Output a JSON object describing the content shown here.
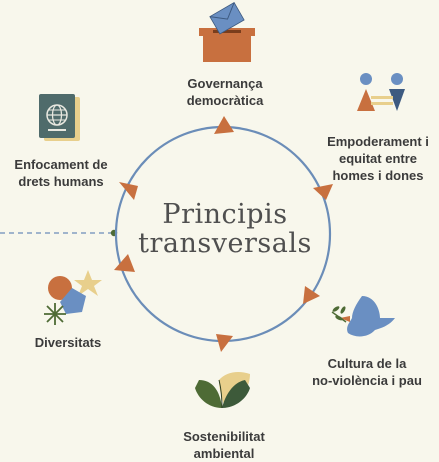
{
  "center": {
    "line1": "Principis",
    "line2": "transversals"
  },
  "nodes": [
    {
      "id": "governanca",
      "line1": "Governança",
      "line2": "democràtica",
      "icon": "ballot-box-icon"
    },
    {
      "id": "empoderament",
      "line1": "Empoderament i",
      "line2": "equitat entre",
      "line3": "homes i dones",
      "icon": "people-gender-icon"
    },
    {
      "id": "cultura",
      "line1": "Cultura de la",
      "line2": "no-violència i pau",
      "icon": "dove-icon"
    },
    {
      "id": "sostenibilitat",
      "line1": "Sostenibilitat",
      "line2": "ambiental",
      "icon": "leaves-icon"
    },
    {
      "id": "diversitats",
      "line1": "Diversitats",
      "icon": "shapes-icon"
    },
    {
      "id": "drets",
      "line1": "Enfocament de",
      "line2": "drets humans",
      "icon": "passport-icon"
    }
  ],
  "colors": {
    "background": "#f8f7ec",
    "circle": "#6b8db8",
    "arrow": "#c8703f",
    "blue": "#6a8fc2",
    "orange": "#c8703f",
    "yellow": "#e8cf8c",
    "green": "#4e6b35",
    "dark_green": "#3d5a3a"
  }
}
